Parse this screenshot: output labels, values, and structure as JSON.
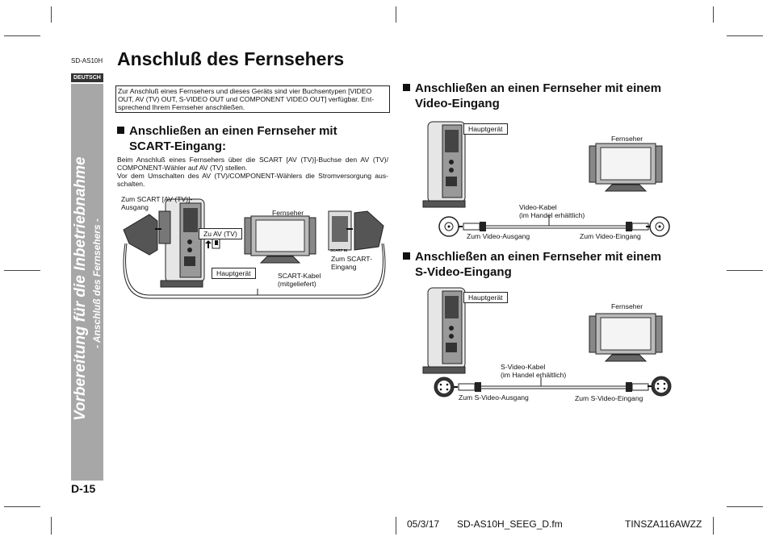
{
  "header": {
    "model": "SD-AS10H",
    "language": "DEUTSCH",
    "title": "Anschluß des Fernsehers"
  },
  "sidebar": {
    "main_title": "Vorbereitung für die Inbetriebnahme",
    "sub_title": "- Anschluß des Fernsehers -"
  },
  "page_number": "D-15",
  "intro_box": "Zur Anschluß eines Fernsehers und dieses Geräts sind vier Buchsentypen [VIDEO OUT, AV (TV) OUT, S-VIDEO OUT und COMPONENT VIDEO OUT] verfügbar. Ent-sprechend Ihrem Fernseher anschließen.",
  "scart": {
    "heading_1": "Anschließen an einen Fernseher mit",
    "heading_2": "SCART-Eingang:",
    "body_1": "Beim Anschluß eines Fernsehers über die SCART [AV (TV)]-Buchse den AV (TV)/ COMPONENT-Wähler auf AV (TV) stellen.",
    "body_2": "Vor dem Umschalten des AV (TV)/COMPONENT-Wählers die Stromversorgung aus-schalten.",
    "label_out_1": "Zum SCART [AV (TV)]-",
    "label_out_2": "Ausgang",
    "label_tv": "Fernseher",
    "label_switch": "Zu AV (TV)",
    "label_main": "Hauptgerät",
    "label_in_1": "Zum SCART-",
    "label_in_2": "Eingang",
    "label_cable_1": "SCART-Kabel",
    "label_cable_2": "(mitgeliefert)",
    "jack_label": "SCART IN"
  },
  "video": {
    "heading_1": "Anschließen an einen Fernseher mit einem",
    "heading_2": "Video-Eingang",
    "label_main": "Hauptgerät",
    "label_tv": "Fernseher",
    "label_cable_1": "Video-Kabel",
    "label_cable_2": "(im Handel erhältlich)",
    "label_out": "Zum Video-Ausgang",
    "label_in": "Zum Video-Eingang"
  },
  "svideo": {
    "heading_1": "Anschließen an einen Fernseher mit einem",
    "heading_2": "S-Video-Eingang",
    "label_main": "Hauptgerät",
    "label_tv": "Fernseher",
    "label_cable_1": "S-Video-Kabel",
    "label_cable_2": "(im Handel erhältlich)",
    "label_out": "Zum S-Video-Ausgang",
    "label_in": "Zum S-Video-Eingang"
  },
  "footer": {
    "date": "05/3/17",
    "file": "SD-AS10H_SEEG_D.fm",
    "code": "TINSZA116AWZZ"
  }
}
